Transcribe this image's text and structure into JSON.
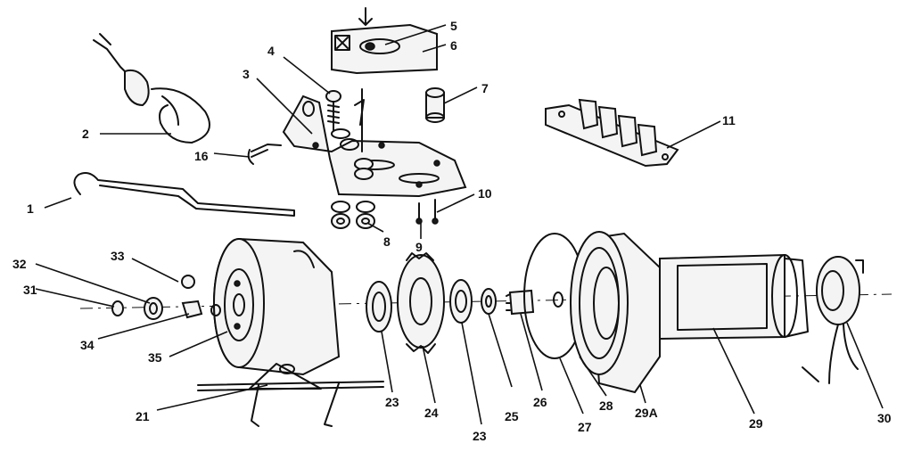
{
  "diagram": {
    "parts": [
      {
        "id": "1",
        "label": "1"
      },
      {
        "id": "2",
        "label": "2"
      },
      {
        "id": "3",
        "label": "3"
      },
      {
        "id": "4",
        "label": "4"
      },
      {
        "id": "5",
        "label": "5"
      },
      {
        "id": "6",
        "label": "6"
      },
      {
        "id": "7",
        "label": "7"
      },
      {
        "id": "8",
        "label": "8"
      },
      {
        "id": "9",
        "label": "9"
      },
      {
        "id": "10",
        "label": "10"
      },
      {
        "id": "11",
        "label": "11"
      },
      {
        "id": "16",
        "label": "16"
      },
      {
        "id": "21",
        "label": "21"
      },
      {
        "id": "23a",
        "label": "23"
      },
      {
        "id": "23b",
        "label": "23"
      },
      {
        "id": "24",
        "label": "24"
      },
      {
        "id": "25",
        "label": "25"
      },
      {
        "id": "26",
        "label": "26"
      },
      {
        "id": "27",
        "label": "27"
      },
      {
        "id": "28",
        "label": "28"
      },
      {
        "id": "29A",
        "label": "29A"
      },
      {
        "id": "29",
        "label": "29"
      },
      {
        "id": "30",
        "label": "30"
      },
      {
        "id": "31",
        "label": "31"
      },
      {
        "id": "32",
        "label": "32"
      },
      {
        "id": "33",
        "label": "33"
      },
      {
        "id": "34",
        "label": "34"
      },
      {
        "id": "35",
        "label": "35"
      }
    ]
  }
}
